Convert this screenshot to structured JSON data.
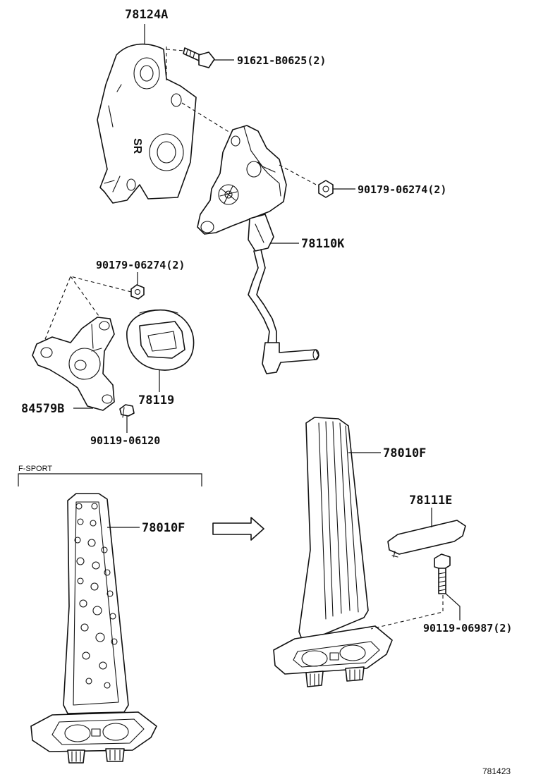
{
  "labels": {
    "bracket": "78124A",
    "bolt_top": "91621-B0625(2)",
    "nut_right": "90179-06274(2)",
    "sensor": "78110K",
    "nut_left": "90179-06274(2)",
    "stopper": "78119",
    "bracket_small": "84579B",
    "bolt_small": "90119-06120",
    "pad_sport": "78010F",
    "pad_std": "78010F",
    "cover": "78111E",
    "bolt_bottom": "90119-06987(2)"
  },
  "section_label": "F-SPORT",
  "fig_number": "781423"
}
